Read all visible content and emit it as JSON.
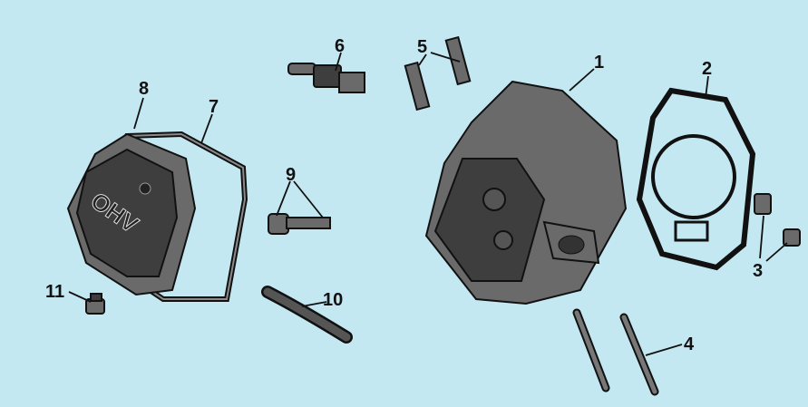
{
  "diagram": {
    "background_color": "#c4e8f2",
    "logo_text": "OHV",
    "callouts": [
      {
        "number": "1"
      },
      {
        "number": "2"
      },
      {
        "number": "3"
      },
      {
        "number": "4"
      },
      {
        "number": "5"
      },
      {
        "number": "6"
      },
      {
        "number": "7"
      },
      {
        "number": "8"
      },
      {
        "number": "9"
      },
      {
        "number": "10"
      },
      {
        "number": "11"
      }
    ]
  }
}
